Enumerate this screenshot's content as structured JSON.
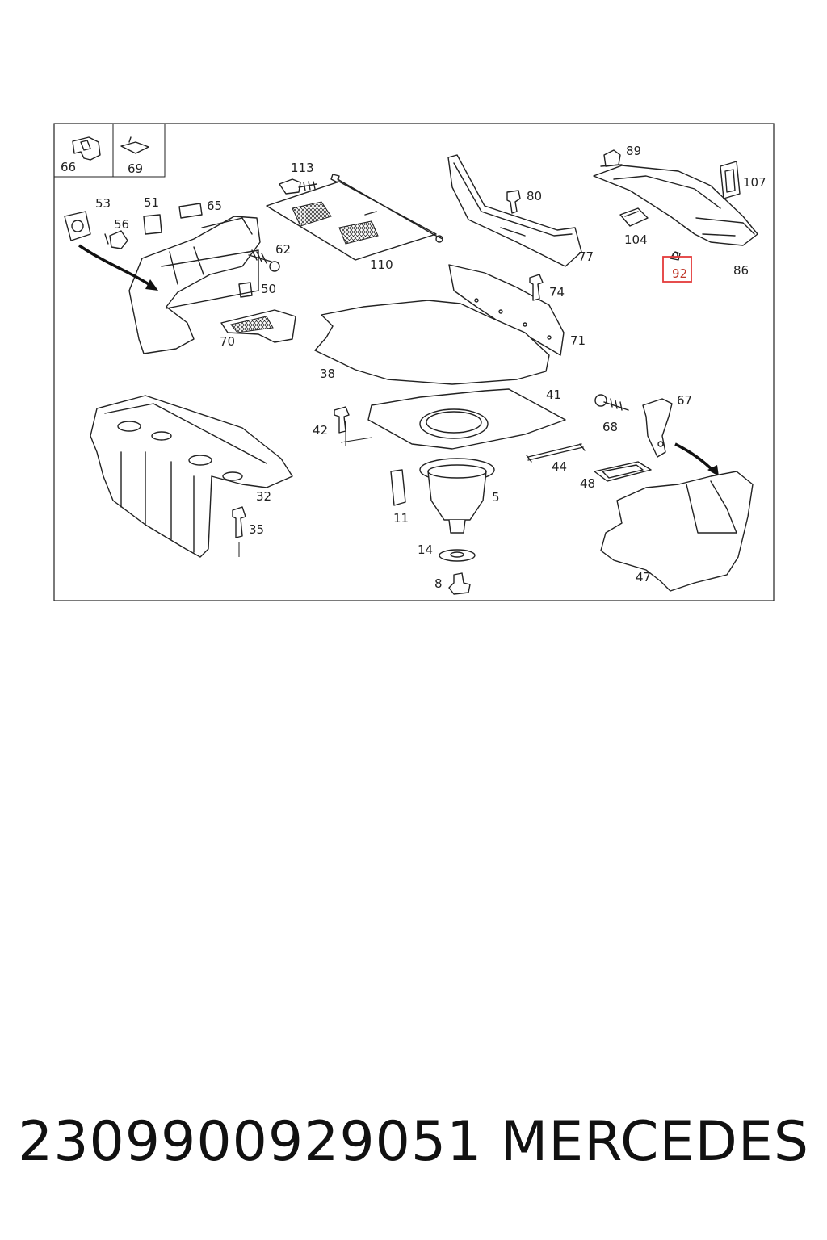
{
  "diagram": {
    "highlight_color": "#e33b3b",
    "highlighted_part": "92",
    "callouts": [
      "66",
      "69",
      "53",
      "51",
      "65",
      "56",
      "62",
      "50",
      "70",
      "113",
      "110",
      "80",
      "77",
      "89",
      "107",
      "104",
      "92",
      "86",
      "74",
      "71",
      "38",
      "41",
      "42",
      "68",
      "67",
      "32",
      "35",
      "44",
      "48",
      "11",
      "5",
      "14",
      "8",
      "47"
    ]
  },
  "footer": {
    "part_number": "2309900929051",
    "brand": "MERCEDES"
  }
}
